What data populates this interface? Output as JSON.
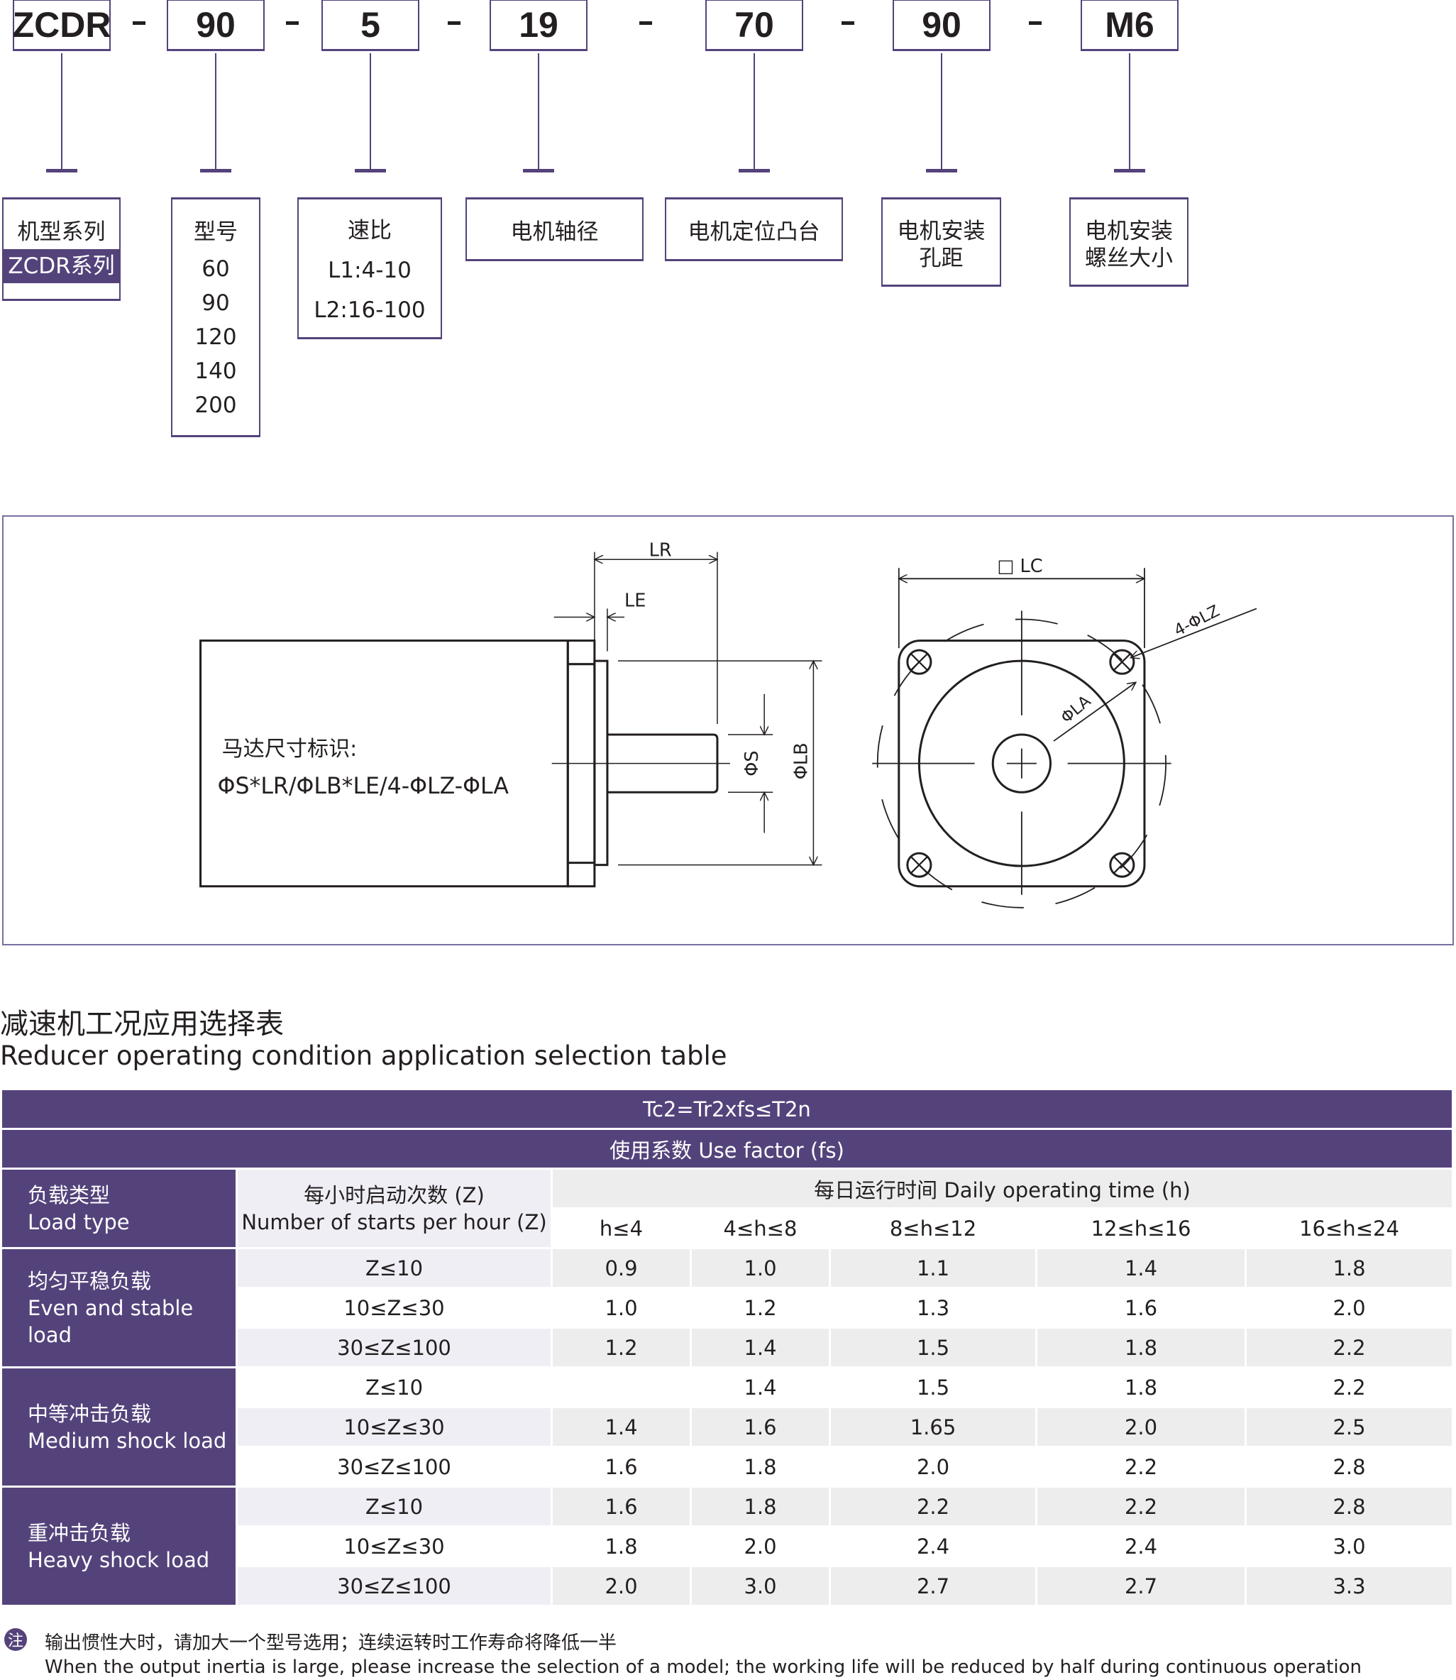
{
  "model_code": {
    "parts": [
      "ZCDR",
      "90",
      "5",
      "19",
      "70",
      "90",
      "M6"
    ],
    "separator": "-"
  },
  "descriptions": {
    "series": {
      "title": "机型系列",
      "value": "ZCDR系列"
    },
    "model": {
      "title": "型号",
      "values": [
        "60",
        "90",
        "120",
        "140",
        "200"
      ]
    },
    "ratio": {
      "title": "速比",
      "values": [
        "L1:4-10",
        "L2:16-100"
      ]
    },
    "shaft": {
      "title": "电机轴径"
    },
    "boss": {
      "title": "电机定位凸台"
    },
    "pitch": {
      "title": "电机安装",
      "title2": "孔距"
    },
    "screw": {
      "title": "电机安装",
      "title2": "螺丝大小"
    }
  },
  "drawing": {
    "label_title": "马达尺寸标识:",
    "label_formula": "ΦS*LR/ΦLB*LE/4-ΦLZ-ΦLA",
    "dims": {
      "lr": "LR",
      "le": "LE",
      "s": "ΦS",
      "lb": "ΦLB",
      "lc": "□ LC",
      "lz": "4-ΦLZ",
      "la": "ΦLA"
    }
  },
  "section": {
    "title_cn": "减速机工况应用选择表",
    "title_en": "Reducer operating condition application selection table"
  },
  "table": {
    "formula": "Tc2=Tr2xfs≤T2n",
    "use_factor": "使用系数 Use factor (fs)",
    "load_type_cn": "负载类型",
    "load_type_en": "Load type",
    "starts_cn": "每小时启动次数 (Z)",
    "starts_en": "Number of starts per hour (Z)",
    "daily": "每日运行时间 Daily operating time (h)",
    "hours": [
      "h≤4",
      "4≤h≤8",
      "8≤h≤12",
      "12≤h≤16",
      "16≤h≤24"
    ],
    "groups": [
      {
        "cn": "均匀平稳负载",
        "en": "Even and stable load",
        "rows": [
          {
            "z": "Z≤10",
            "v": [
              "0.9",
              "1.0",
              "1.1",
              "1.4",
              "1.8"
            ]
          },
          {
            "z": "10≤Z≤30",
            "v": [
              "1.0",
              "1.2",
              "1.3",
              "1.6",
              "2.0"
            ]
          },
          {
            "z": "30≤Z≤100",
            "v": [
              "1.2",
              "1.4",
              "1.5",
              "1.8",
              "2.2"
            ]
          }
        ]
      },
      {
        "cn": "中等冲击负载",
        "en": "Medium shock load",
        "rows": [
          {
            "z": "Z≤10",
            "v": [
              "",
              "1.4",
              "1.5",
              "1.8",
              "2.2"
            ]
          },
          {
            "z": "10≤Z≤30",
            "v": [
              "1.4",
              "1.6",
              "1.65",
              "2.0",
              "2.5"
            ]
          },
          {
            "z": "30≤Z≤100",
            "v": [
              "1.6",
              "1.8",
              "2.0",
              "2.2",
              "2.8"
            ]
          }
        ]
      },
      {
        "cn": "重冲击负载",
        "en": "Heavy shock load",
        "rows": [
          {
            "z": "Z≤10",
            "v": [
              "1.6",
              "1.8",
              "2.2",
              "2.2",
              "2.8"
            ]
          },
          {
            "z": "10≤Z≤30",
            "v": [
              "1.8",
              "2.0",
              "2.4",
              "2.4",
              "3.0"
            ]
          },
          {
            "z": "30≤Z≤100",
            "v": [
              "2.0",
              "3.0",
              "2.7",
              "2.7",
              "3.3"
            ]
          }
        ]
      }
    ]
  },
  "note": {
    "icon": "注",
    "cn": "输出惯性大时，请加大一个型号选用；连续运转时工作寿命将降低一半",
    "en": "When the output inertia is large, please increase the selection of a model; the working life will be reduced by half during continuous operation"
  },
  "colors": {
    "accent": "#54437b",
    "gray": "#ededed",
    "lavender": "#f0eef5"
  }
}
